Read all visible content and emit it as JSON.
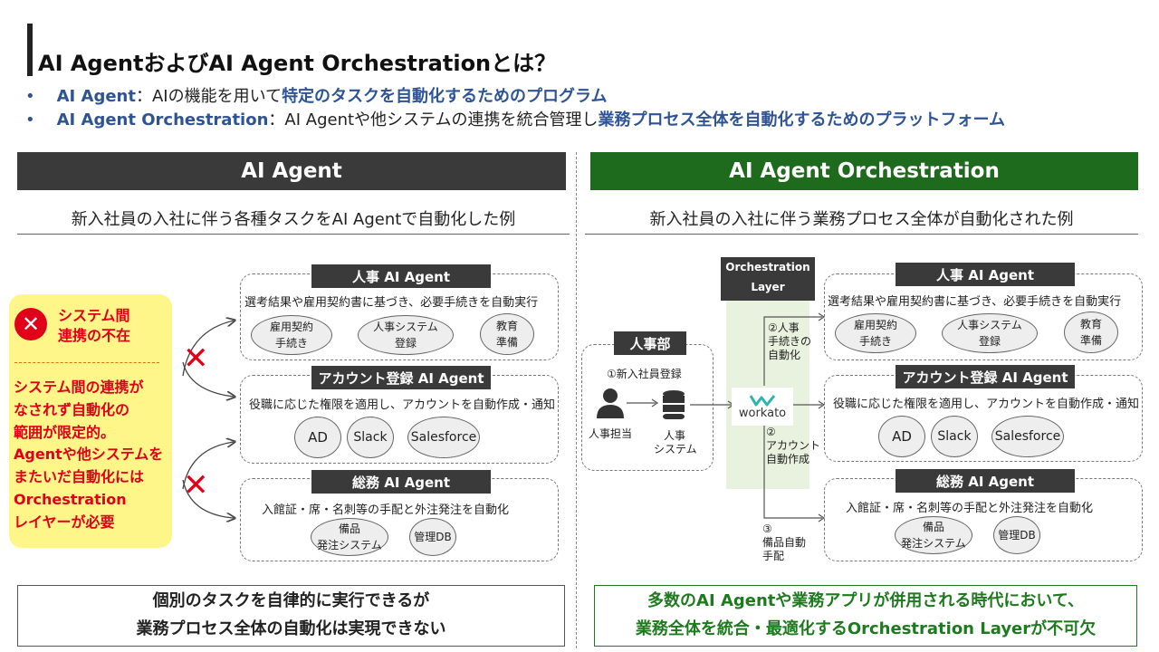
{
  "title": "AI AgentおよびAI Agent Orchestrationとは？",
  "bullets": [
    {
      "term": "AI Agent",
      "text": "：AIの機能を用いて",
      "highlight": "特定のタスクを自動化するためのプログラム"
    },
    {
      "term": "AI Agent Orchestration",
      "text": "：AI Agentや他システムの連携を統合管理し",
      "highlight": "業務プロセス全体を自動化するためのプラットフォーム"
    }
  ],
  "left": {
    "header": "AI Agent",
    "subtitle": "新入社員の入社に伴う各種タスクをAI Agentで自動化した例",
    "warning": {
      "title_line1": "システム間",
      "title_line2": "連携の不在",
      "body": [
        "システム間の連携が",
        "なされず自動化の",
        "範囲が限定的。",
        "Agentや他システムを",
        "またいだ自動化には",
        "Orchestration",
        "レイヤーが必要"
      ]
    },
    "agents": [
      {
        "label": "人事 AI Agent",
        "desc": "選考結果や雇用契約書に基づき、必要手続きを自動実行",
        "items": [
          [
            "雇用契約",
            "手続き"
          ],
          [
            "人事システム",
            "登録"
          ],
          [
            "教育",
            "準備"
          ]
        ]
      },
      {
        "label": "アカウント登録 AI Agent",
        "desc": "役職に応じた権限を適用し、アカウントを自動作成・通知",
        "items": [
          [
            "AD"
          ],
          [
            "Slack"
          ],
          [
            "Salesforce"
          ]
        ]
      },
      {
        "label": "総務 AI Agent",
        "desc": "入館証・席・名刺等の手配と外注発注を自動化",
        "items": [
          [
            "備品",
            "発注システム"
          ],
          [
            "管理DB"
          ]
        ]
      }
    ],
    "conclusion": [
      "個別のタスクを自律的に実行できるが",
      "業務プロセス全体の自動化は実現できない"
    ]
  },
  "right": {
    "header": "AI Agent Orchestration",
    "subtitle": "新入社員の入社に伴う業務プロセス全体が自動化された例",
    "orchestration_label": [
      "Orchestration",
      "Layer"
    ],
    "hr_dept": "人事部",
    "step1": "①新入社員登録",
    "person": "人事担当",
    "hr_system": [
      "人事",
      "システム"
    ],
    "workato": "workato",
    "step2a": [
      "②人事",
      "手続きの",
      "自動化"
    ],
    "step2b": [
      "②",
      "アカウント",
      "自動作成"
    ],
    "step3": [
      "③",
      "備品自動",
      "手配"
    ],
    "agents": [
      {
        "label": "人事 AI Agent",
        "desc": "選考結果や雇用契約書に基づき、必要手続きを自動実行",
        "items": [
          [
            "雇用契約",
            "手続き"
          ],
          [
            "人事システム",
            "登録"
          ],
          [
            "教育",
            "準備"
          ]
        ]
      },
      {
        "label": "アカウント登録 AI Agent",
        "desc": "役職に応じた権限を適用し、アカウントを自動作成・通知",
        "items": [
          [
            "AD"
          ],
          [
            "Slack"
          ],
          [
            "Salesforce"
          ]
        ]
      },
      {
        "label": "総務 AI Agent",
        "desc": "入館証・席・名刺等の手配と外注発注を自動化",
        "items": [
          [
            "備品",
            "発注システム"
          ],
          [
            "管理DB"
          ]
        ]
      }
    ],
    "conclusion": [
      "多数のAI Agentや業務アプリが併用される時代において、",
      "業務全体を統合・最適化するOrchestration Layerが不可欠"
    ]
  },
  "colors": {
    "left_header": "#3a3a3a",
    "right_header": "#1e6b1e",
    "accent_blue": "#2f5496",
    "warning_red": "#e0001a",
    "warning_bg": "#fff68a",
    "conclusion_green": "#1e7a1e"
  }
}
